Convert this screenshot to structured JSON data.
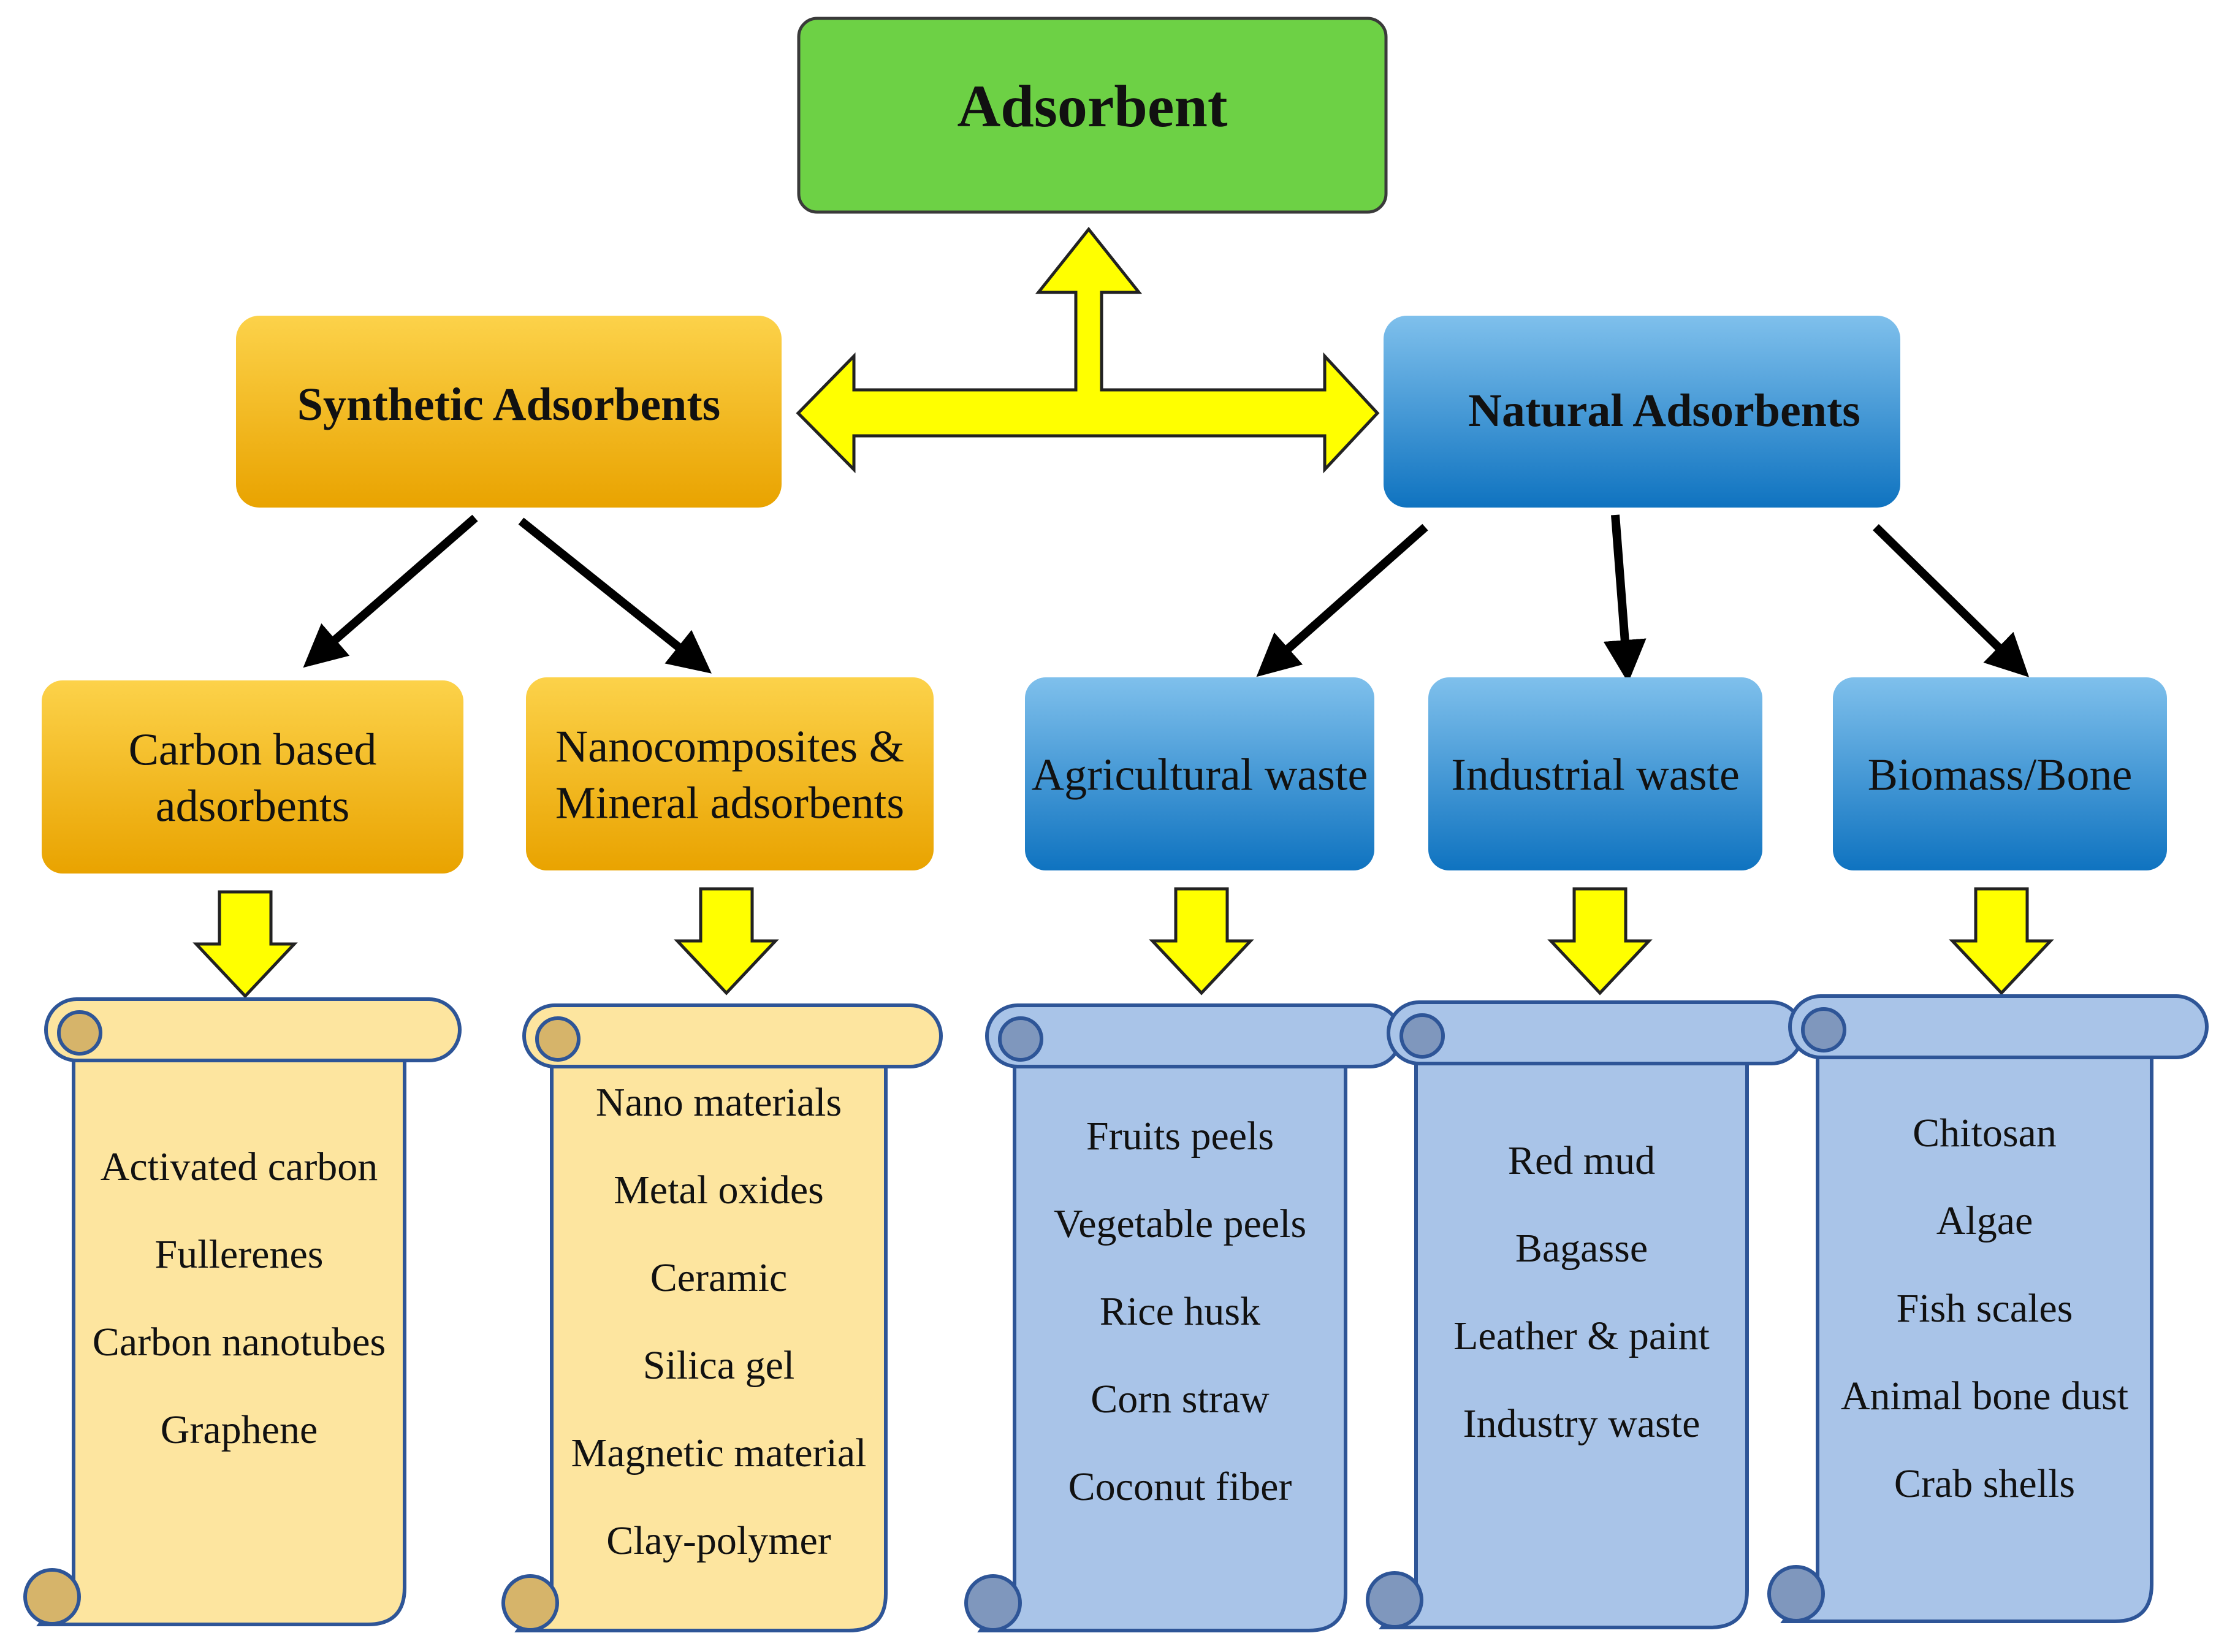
{
  "root": {
    "label": "Adsorbent",
    "color": "#6dd145"
  },
  "colors": {
    "synthetic_top": "#fcd24a",
    "synthetic_bottom": "#e9a300",
    "natural_top": "#7fc0ec",
    "natural_bottom": "#0f73c0",
    "scroll_synthetic": "#fde59f",
    "scroll_synthetic_curl": "#d6b46a",
    "scroll_natural": "#a9c4e8",
    "scroll_natural_curl": "#7f97bd",
    "scroll_stroke": "#2e5597",
    "connector_arrow": "#ffff00",
    "branch_arrow": "#000000"
  },
  "synthetic": {
    "label": "Synthetic Adsorbents",
    "categories": [
      {
        "label_lines": [
          "Carbon based",
          "adsorbents"
        ],
        "items": [
          "Activated carbon",
          "Fullerenes",
          "Carbon nanotubes",
          "Graphene"
        ]
      },
      {
        "label_lines": [
          "Nanocomposites &",
          "Mineral adsorbents"
        ],
        "items": [
          "Nano materials",
          "Metal oxides",
          "Ceramic",
          "Silica gel",
          "Magnetic material",
          "Clay-polymer"
        ]
      }
    ]
  },
  "natural": {
    "label": "Natural Adsorbents",
    "categories": [
      {
        "label_lines": [
          "Agricultural waste"
        ],
        "items": [
          "Fruits peels",
          "Vegetable peels",
          "Rice husk",
          "Corn straw",
          "Coconut fiber"
        ]
      },
      {
        "label_lines": [
          "Industrial waste"
        ],
        "items": [
          "Red mud",
          "Bagasse",
          "Leather & paint",
          "Industry waste"
        ]
      },
      {
        "label_lines": [
          "Biomass/Bone"
        ],
        "items": [
          "Chitosan",
          "Algae",
          "Fish scales",
          "Animal bone dust",
          "Crab shells"
        ]
      }
    ]
  }
}
